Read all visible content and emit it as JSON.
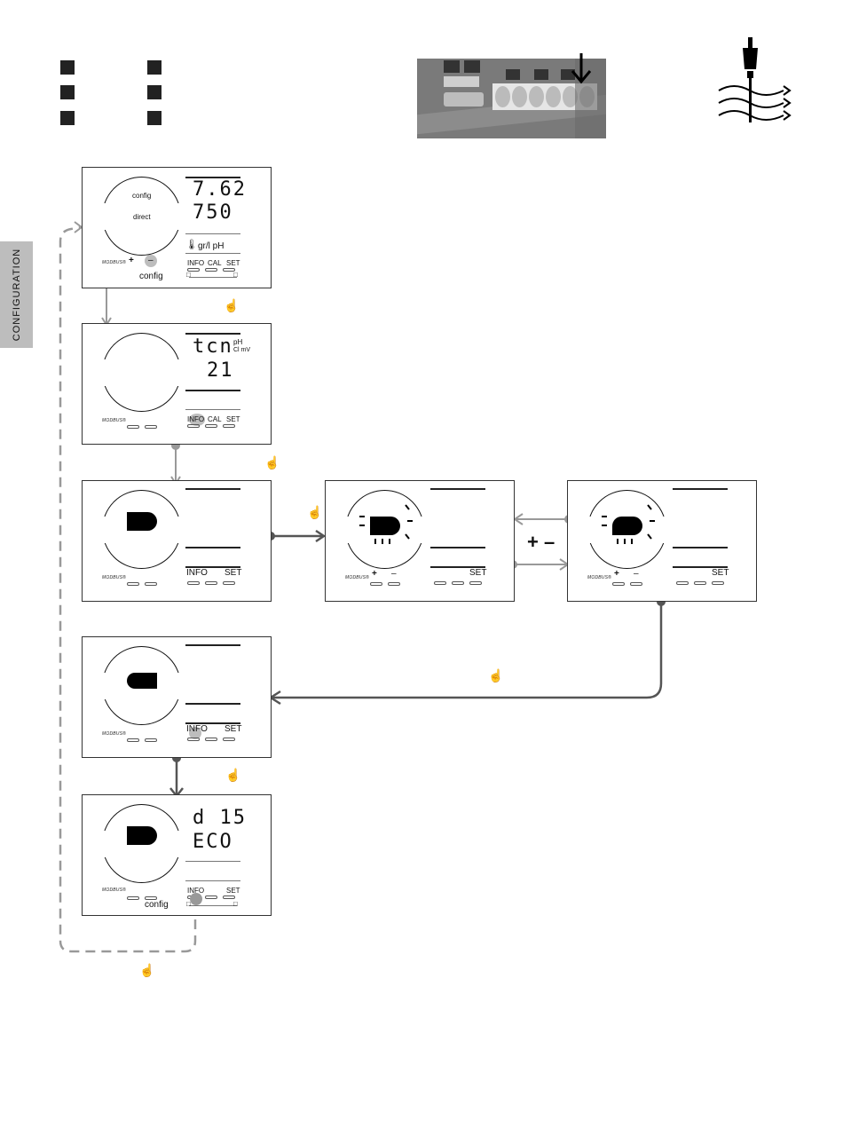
{
  "side_tab": "CONFIGURATION",
  "board": {
    "colors": {
      "bg": "#777777",
      "terminal": "#e6e6e6"
    }
  },
  "panels": {
    "p1": {
      "dial_top": "config",
      "dial_mid": "direct",
      "lcd1": "7.62",
      "lcd2": "750",
      "units": "gr/l  pH",
      "temp_icon": "thermometer-icon",
      "plus": "+",
      "minus": "–",
      "config": "config",
      "info": "INFO",
      "cal": "CAL",
      "set": "SET",
      "modbus": "MODBUS®"
    },
    "p2": {
      "lcd1": "tcn",
      "lcd2": "21",
      "unit_ph": "pH",
      "unit_cl": "Cl mV",
      "info": "INFO",
      "cal": "CAL",
      "set": "SET",
      "modbus": "MODBUS®"
    },
    "p3": {
      "info": "INFO",
      "set": "SET",
      "modbus": "MODBUS®"
    },
    "p4": {
      "plus": "+",
      "minus": "–",
      "set": "SET",
      "modbus": "MODBUS®"
    },
    "p5": {
      "plus": "+",
      "minus": "–",
      "set": "SET",
      "modbus": "MODBUS®"
    },
    "p6": {
      "info": "INFO",
      "set": "SET",
      "modbus": "MODBUS®"
    },
    "p7": {
      "lcd1": "d 15",
      "lcd2": "ECO",
      "info": "INFO",
      "set": "SET",
      "config": "config",
      "modbus": "MODBUS®"
    }
  },
  "plus_minus": "+ –"
}
